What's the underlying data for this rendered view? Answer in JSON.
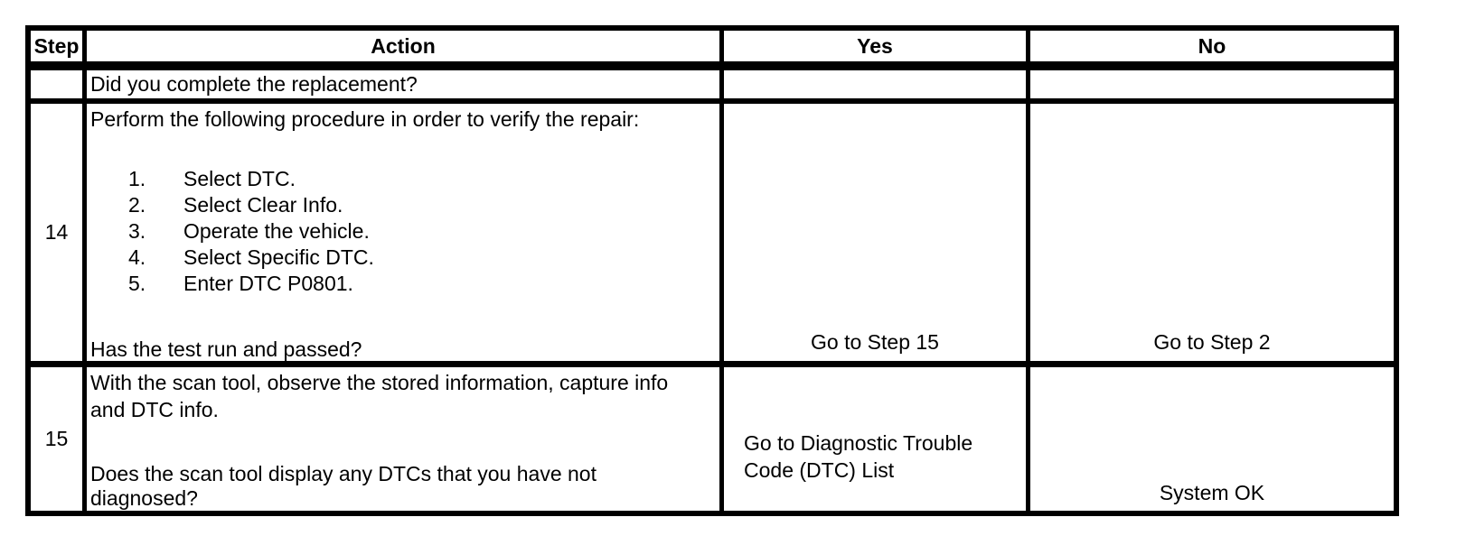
{
  "page": {
    "background": "#ffffff",
    "text_color": "#000000",
    "border_color": "#000000"
  },
  "table": {
    "headers": {
      "step": "Step",
      "action": "Action",
      "yes": "Yes",
      "no": "No"
    },
    "rows": [
      {
        "step": "",
        "question": "Did you complete the replacement?",
        "yes": "",
        "no": ""
      },
      {
        "step": "14",
        "intro": "Perform the following procedure in order to verify the repair:",
        "list": [
          {
            "marker": "1.",
            "text": "Select DTC."
          },
          {
            "marker": "2.",
            "text": "Select Clear Info."
          },
          {
            "marker": "3.",
            "text": "Operate the vehicle."
          },
          {
            "marker": "4.",
            "text": "Select Specific DTC."
          },
          {
            "marker": "5.",
            "text": "Enter DTC P0801."
          }
        ],
        "question": "Has the test run and passed?",
        "yes": "Go to Step 15",
        "no": "Go to Step 2"
      },
      {
        "step": "15",
        "intro": "With the scan tool, observe the stored information, capture info and DTC info.",
        "question": "Does the scan tool display any DTCs that you have not diagnosed?",
        "yes": "Go to Diagnostic Trouble Code (DTC) List",
        "no": "System OK"
      }
    ]
  }
}
